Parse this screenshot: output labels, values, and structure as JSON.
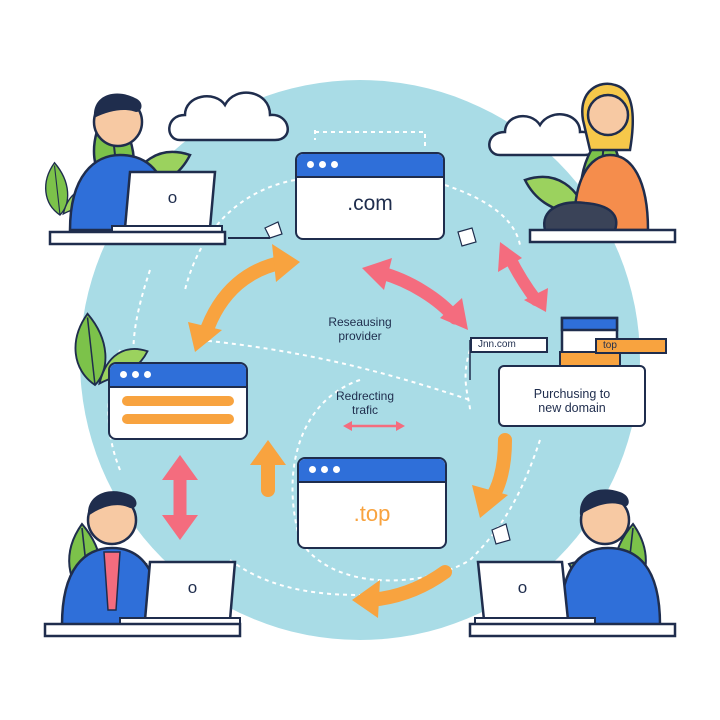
{
  "windows": {
    "com": {
      "label": ".com"
    },
    "top": {
      "label": ".top"
    }
  },
  "labels": {
    "provider": "Reseausing\nprovider",
    "redirect": "Redrecting\ntrafic",
    "purchase": "Purchusing to\nnew domain"
  },
  "tags": {
    "domain_tag": "Jnn.com",
    "top_tag": "top"
  },
  "laptop_icon": "o",
  "colors": {
    "circle": "#a9dce6",
    "window_bar": "#2f6fd9",
    "outline": "#1f2d4d",
    "orange_arrow": "#f8a33f",
    "pink_arrow": "#f46c7e",
    "leaf": "#7cc24a",
    "shirt_blue": "#2f6fd9",
    "shirt_orange": "#f58d4c",
    "hair_dark": "#1f2d4d",
    "hair_blonde": "#f6c84a",
    "skin": "#f7c9a3"
  }
}
